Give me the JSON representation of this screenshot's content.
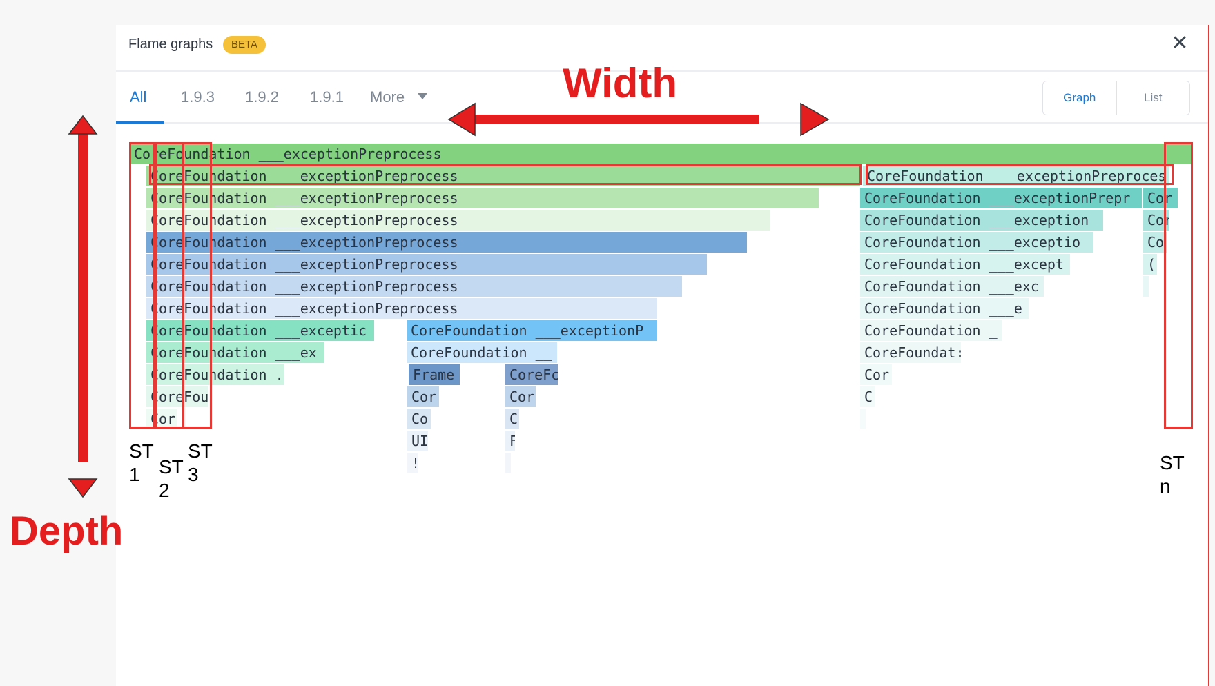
{
  "header": {
    "title": "Flame graphs",
    "badge": "BETA",
    "close_label": "✕"
  },
  "tabs": [
    {
      "label": "All",
      "active": true
    },
    {
      "label": "1.9.3"
    },
    {
      "label": "1.9.2"
    },
    {
      "label": "1.9.1"
    },
    {
      "label": "More"
    }
  ],
  "view_toggle": {
    "graph": "Graph",
    "list": "List",
    "selected": "Graph"
  },
  "annotations": {
    "width_label": "Width",
    "depth_label": "Depth",
    "st1_a": "ST",
    "st1_b": "1",
    "st2_a": "ST",
    "st2_b": "2",
    "st3_a": "ST",
    "st3_b": "3",
    "stn_a": "ST",
    "stn_b": "n"
  },
  "flame_frames": [
    "CoreFoundation ___exceptionPreprocess",
    "CoreFoundation ___exceptionPreprocess",
    "CoreFoundation ___exceptionPreprocess",
    "CoreFoundation ___exceptionPreprocess",
    "CoreFoundation ___exceptionPreprocess",
    "CoreFoundation ___exceptionPreprocess",
    "CoreFoundation ___exceptionPreprocess",
    "CoreFoundation ___exceptionPreprocess",
    "CoreFoundation ___exceptic",
    "CoreFoundation ___ex",
    "CoreFoundation .",
    "CoreFou",
    "Cor",
    "CoreFoundation ___exceptionP",
    "CoreFoundation __",
    "Frame",
    "Cor",
    "Co:",
    "UI",
    "!",
    "CoreFc",
    "Cor",
    "C",
    "F",
    "",
    "CoreFoundation ___exceptionPreproces",
    "CoreFoundation ___exceptionPrepr",
    "CoreFoundation ___exception",
    "CoreFoundation ___exceptio",
    "CoreFoundation ___except",
    "CoreFoundation ___exc",
    "CoreFoundation ___e",
    "CoreFoundation _",
    "CoreFoundat:",
    "Cor",
    "C",
    "",
    "Cor",
    "Cor",
    "Co",
    "(",
    ""
  ],
  "colors": {
    "accent": "#1a7ad6",
    "badge": "#f5c13b",
    "annotation_red": "#e53935"
  }
}
